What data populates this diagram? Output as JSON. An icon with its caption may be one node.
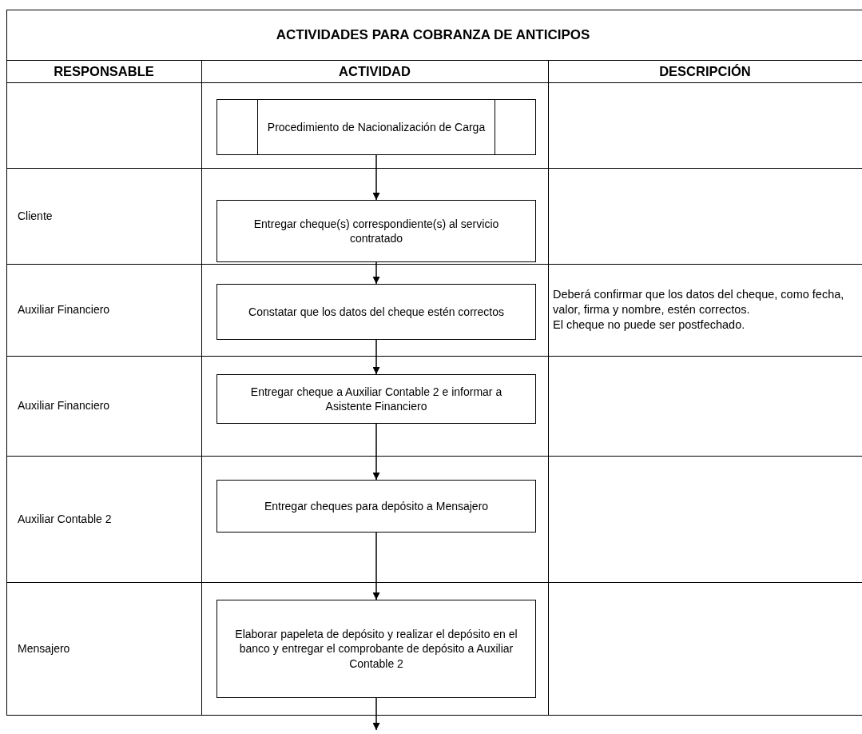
{
  "diagram": {
    "title": "ACTIVIDADES PARA COBRANZA DE ANTICIPOS",
    "nodes": [
      {
        "text": [
          "Procedimiento de Nacionalización de Carga"
        ]
      },
      {
        "text": [
          "Entregar cheque(s) correspondiente(s) al servicio contratado"
        ]
      },
      {
        "text": [
          "Constatar que los datos del cheque estén correctos"
        ]
      },
      {
        "text": [
          "Entregar cheque a Auxiliar Contable 2 e informar a Asistente Financiero"
        ]
      },
      {
        "text": [
          "Entregar cheques para depósito a Mensajero"
        ]
      },
      {
        "text": [
          "Elaborar papeleta de depósito y realizar el depósito en el banco y entregar el comprobante de depósito a Auxiliar Contable 2"
        ]
      }
    ],
    "edges": [
      {
        "from": 0,
        "to": 1,
        "arrow": "to"
      },
      {
        "from": 1,
        "to": 2,
        "arrow": "to"
      },
      {
        "from": 2,
        "to": 3,
        "arrow": "to"
      },
      {
        "from": 3,
        "to": 4,
        "arrow": "to"
      },
      {
        "from": 4,
        "to": 5,
        "arrow": "to"
      },
      {
        "from": 5,
        "to": null,
        "arrow": "to"
      }
    ],
    "labels": [
      "RESPONSABLE",
      "ACTIVIDAD",
      "DESCRIPCIÓN",
      "Cliente",
      "Auxiliar Financiero",
      "Deberá confirmar que los datos del cheque, como fecha, valor, firma y nombre, estén correctos.",
      "El cheque no puede ser postfechado.",
      "Auxiliar Financiero",
      "Auxiliar Contable 2",
      "Mensajero"
    ]
  }
}
